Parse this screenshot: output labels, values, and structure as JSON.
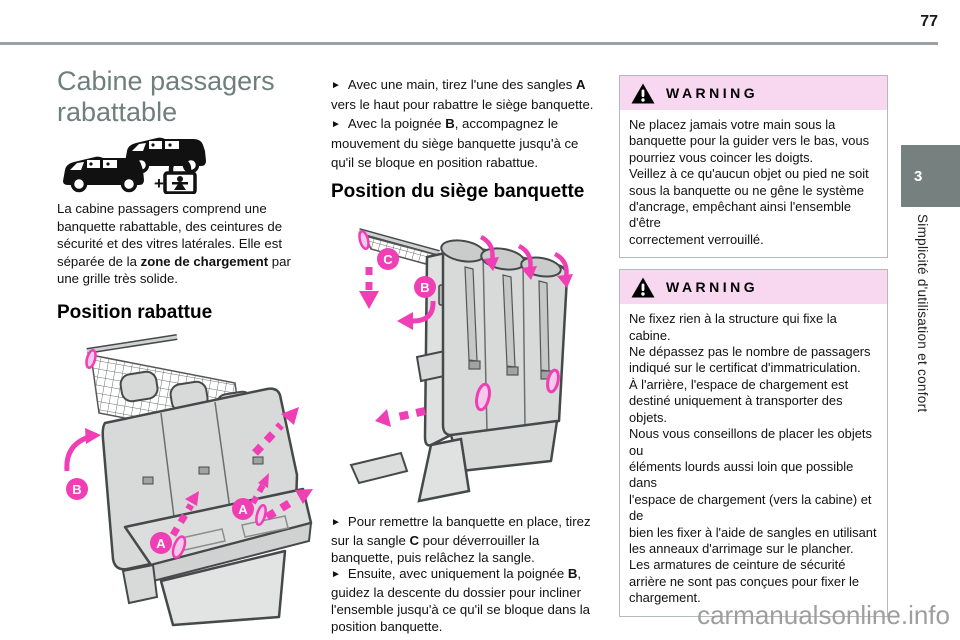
{
  "colors": {
    "accent": "#f03eb5",
    "warning-pink": "#f8d7f0",
    "tab-gray": "#75807f",
    "title-gray": "#6f7f7c",
    "rule-gray": "#9ba1a4",
    "seat-fill": "#d7dad9",
    "seat-stroke": "#45494a"
  },
  "page": {
    "number": "77",
    "tab": "3",
    "sidebar": "Simplicité d'utilisation et confort",
    "watermark": "carmanualsonline.info"
  },
  "ui": {
    "bullet": "►",
    "plus": "+"
  },
  "left": {
    "title": "Cabine passagers rabattable",
    "intro": [
      "La cabine passagers comprend une banquette rabattable, des ceintures de sécurité et des vitres latérales. Elle est séparée de la ",
      "zone de chargement",
      " par une grille très solide."
    ],
    "heading": "Position rabattue",
    "labels": {
      "b": "B",
      "a1": "A",
      "a2": "A"
    }
  },
  "mid": {
    "step1": [
      "Avec une main, tirez l'une des sangles ",
      "A",
      " vers le haut pour rabattre le siège banquette."
    ],
    "step2": [
      "Avec la poignée ",
      "B",
      ", accompagnez le mouvement du siège banquette jusqu'à ce qu'il se bloque en position rabattue."
    ],
    "heading": "Position du siège banquette",
    "labels": {
      "c": "C",
      "b": "B"
    },
    "step3": [
      "Pour remettre la banquette en place, tirez sur la sangle ",
      "C",
      " pour déverrouiller la banquette, puis relâchez la sangle."
    ],
    "step4": [
      "Ensuite, avec uniquement la poignée ",
      "B",
      ", guidez la descente du dossier pour incliner l'ensemble jusqu'à ce qu'il se bloque dans la position banquette."
    ]
  },
  "right": {
    "warning1": {
      "title": "WARNING",
      "body": "Ne placez jamais votre main sous la\nbanquette pour la guider vers le bas, vous\npourriez vous coincer les doigts.\nVeillez à ce qu'aucun objet ou pied ne soit\nsous la banquette ou ne gêne le système\nd'ancrage, empêchant ainsi l'ensemble d'être\ncorrectement verrouillé."
    },
    "warning2": {
      "title": "WARNING",
      "body": "Ne fixez rien à la structure qui fixe la cabine.\nNe dépassez pas le nombre de passagers\nindiqué sur le certificat d'immatriculation.\nÀ l'arrière, l'espace de chargement est\ndestiné uniquement à transporter des objets.\nNous vous conseillons de placer les objets ou\néléments lourds aussi loin que possible dans\nl'espace de chargement (vers la cabine) et de\nbien les fixer à l'aide de sangles en utilisant\nles anneaux d'arrimage sur le plancher.\nLes armatures de ceinture de sécurité\narrière ne sont pas conçues pour fixer le\nchargement."
    }
  }
}
